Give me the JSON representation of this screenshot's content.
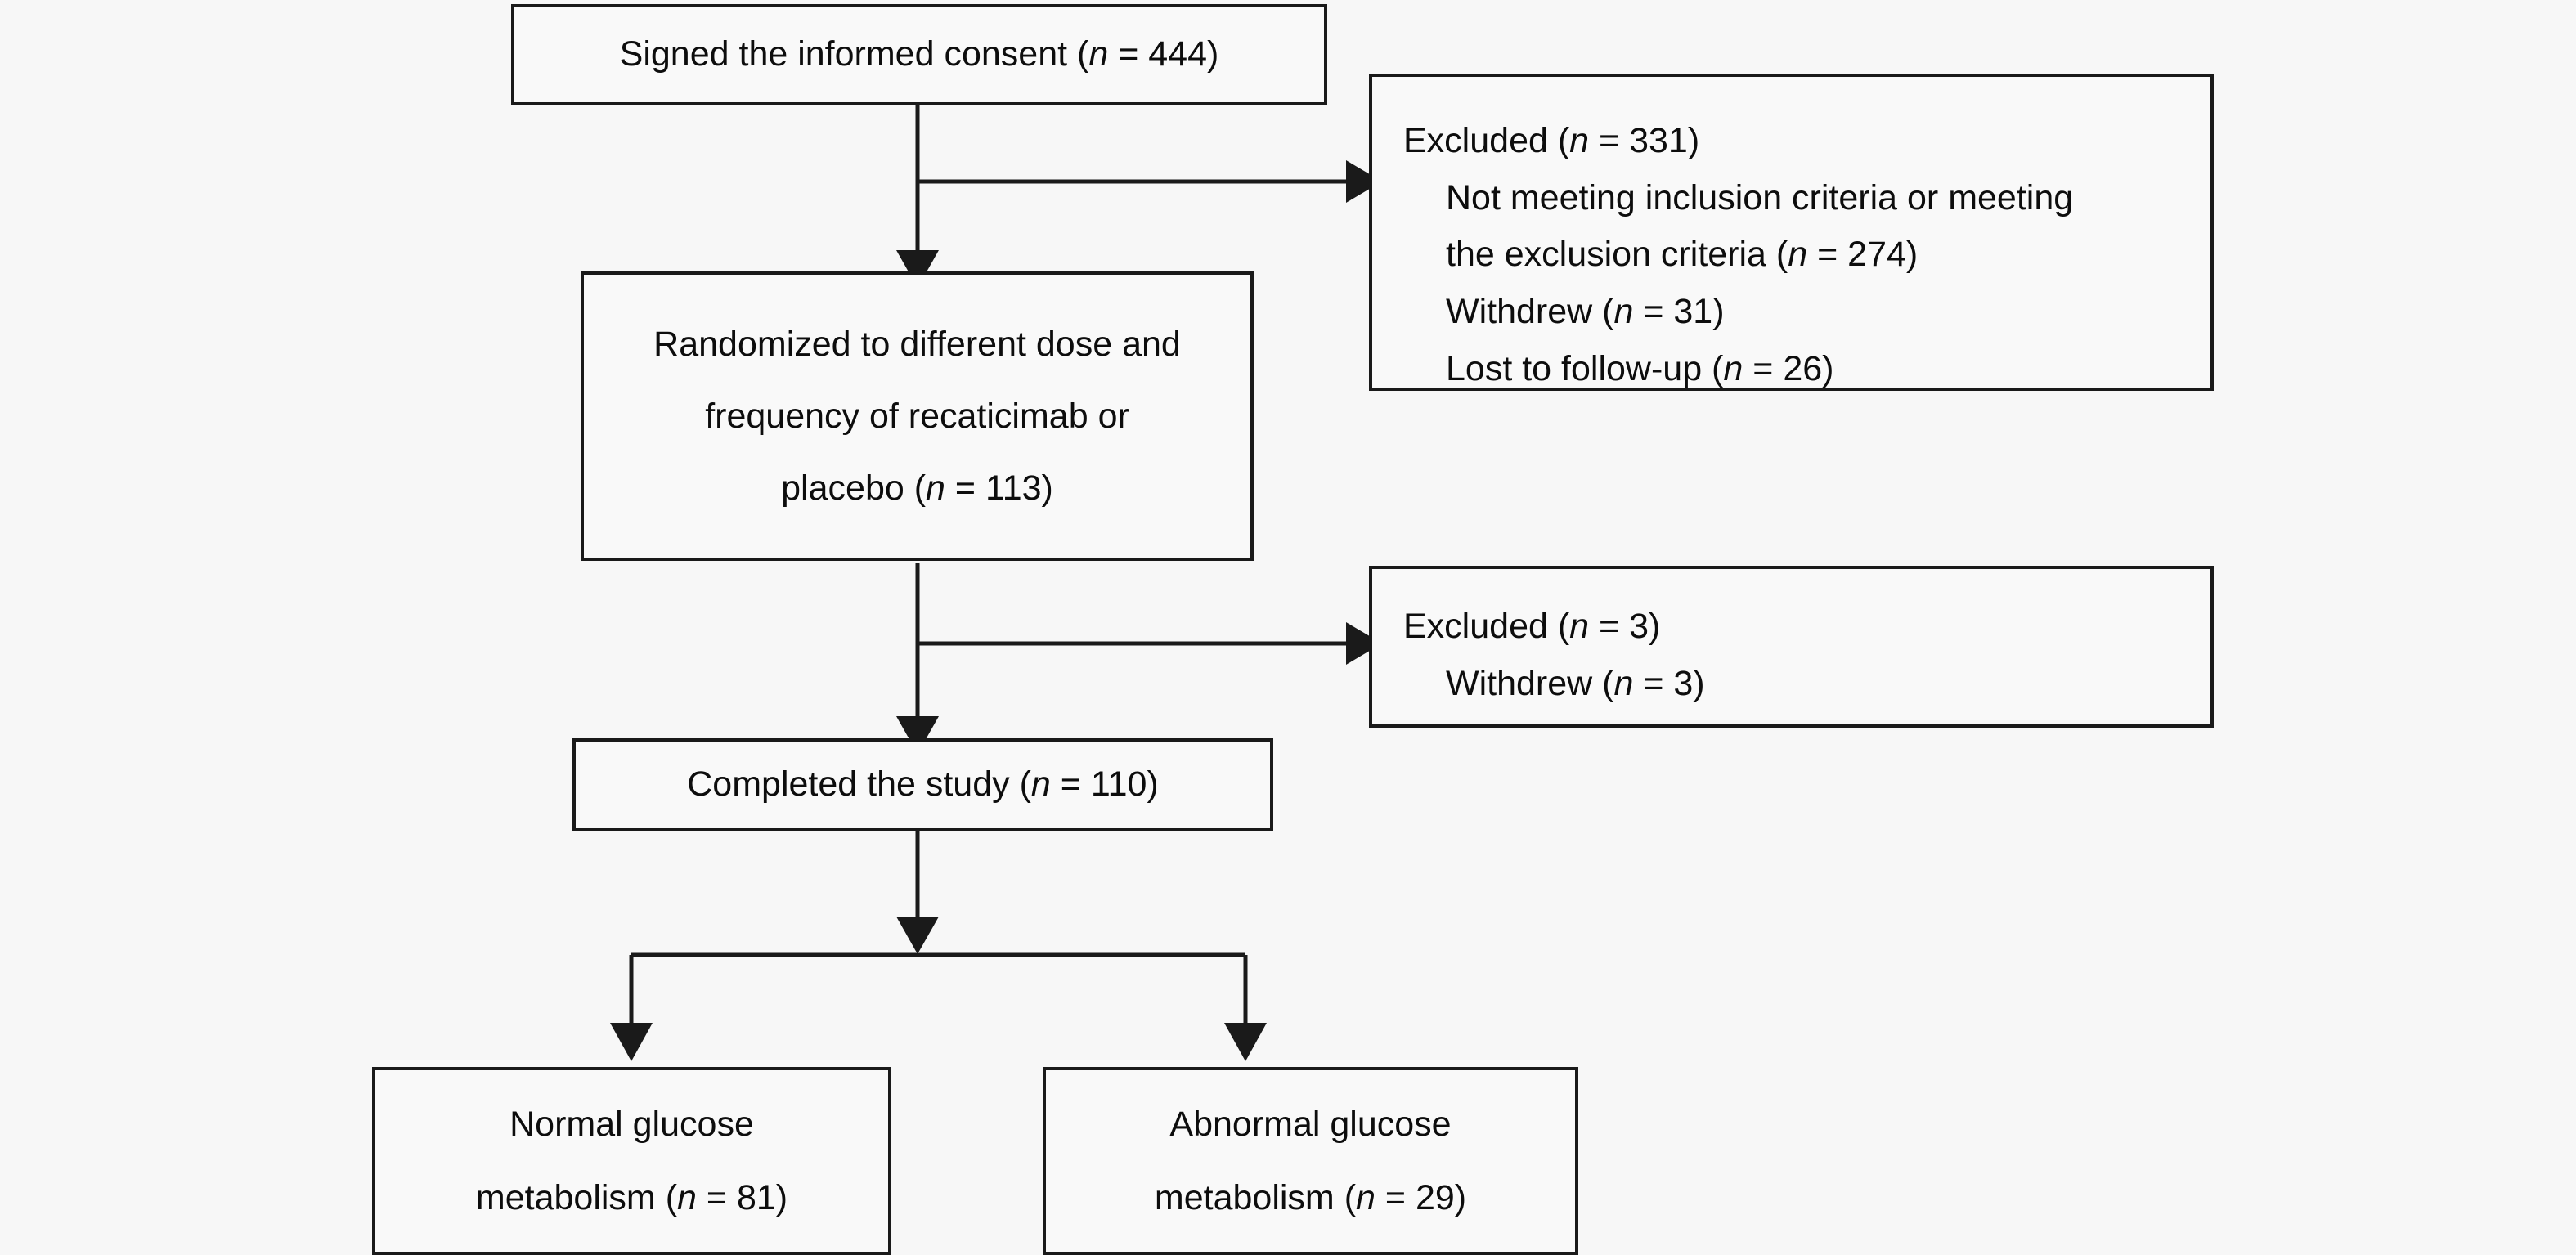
{
  "figure": {
    "type": "participant-flow-diagram",
    "background_color": "#f7f7f7",
    "line_color": "#1a1a1a",
    "box_fill": "#f9f9f9"
  },
  "nodes": {
    "consent": {
      "label": "Signed the informed consent (n = 444)",
      "text_before": "Signed the informed consent (",
      "italic_n": "n",
      "text_after": " = 444)",
      "n": 444
    },
    "randomized": {
      "line1": "Randomized to different dose and",
      "line2": "frequency of recaticimab or",
      "line3_before": "placebo (",
      "line3_italic": "n",
      "line3_after": " = 113)",
      "n": 113
    },
    "completed": {
      "text_before": "Completed the study (",
      "italic_n": "n",
      "text_after": " = 110)",
      "n": 110
    },
    "normal": {
      "line1": "Normal glucose",
      "line2_before": "metabolism (",
      "line2_italic": "n",
      "line2_after": " = 81)",
      "n": 81
    },
    "abnormal": {
      "line1": "Abnormal glucose",
      "line2_before": "metabolism (",
      "line2_italic": "n",
      "line2_after": " = 29)",
      "n": 29
    },
    "excluded_1": {
      "header_before": "Excluded (",
      "header_italic": "n",
      "header_after": " = 331)",
      "n": 331,
      "items": [
        {
          "line1": "Not meeting inclusion criteria or meeting",
          "line2_before": "the exclusion criteria (",
          "line2_italic": "n",
          "line2_after": " = 274)",
          "n": 274
        },
        {
          "line1_before": "Withdrew (",
          "line1_italic": "n",
          "line1_after": " = 31)",
          "n": 31
        },
        {
          "line1_before": "Lost to follow-up (",
          "line1_italic": "n",
          "line1_after": " = 26)",
          "n": 26
        }
      ]
    },
    "excluded_2": {
      "header_before": "Excluded (",
      "header_italic": "n",
      "header_after": " = 3)",
      "n": 3,
      "items": [
        {
          "line1_before": "Withdrew (",
          "line1_italic": "n",
          "line1_after": " = 3)",
          "n": 3
        }
      ]
    }
  }
}
